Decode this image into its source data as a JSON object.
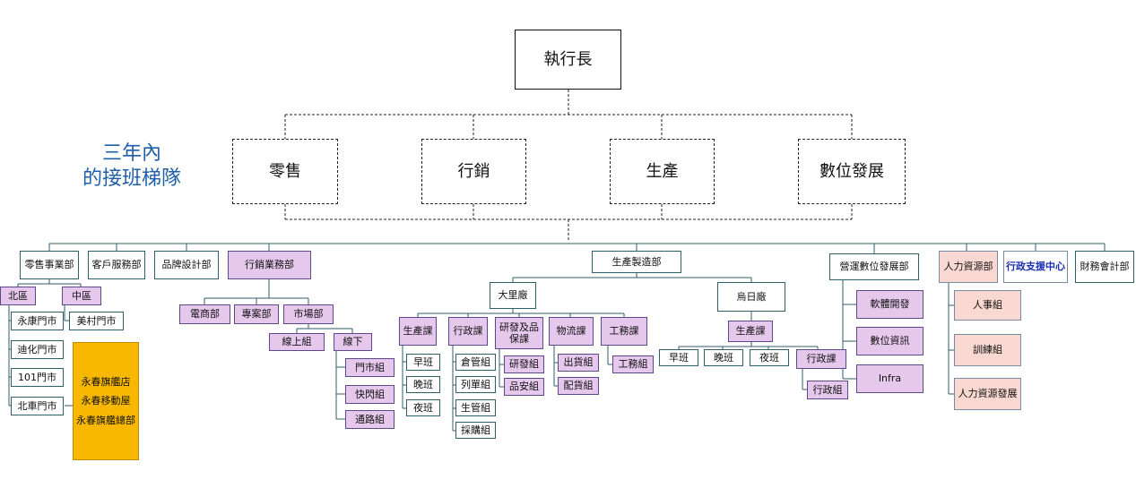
{
  "ceo": "執行長",
  "slogan": [
    "三年內",
    "的接班梯隊"
  ],
  "pillars": [
    "零售",
    "行銷",
    "生產",
    "數位發展"
  ],
  "departments": {
    "retail": "零售事業部",
    "customer_service": "客戶服務部",
    "brand_design": "品牌設計部",
    "marketing_business": "行銷業務部",
    "production": "生產製造部",
    "digital_dev": "營運數位發展部",
    "hr": "人力資源部",
    "admin_support": "行政支援中心",
    "finance": "財務會計部"
  },
  "retail": {
    "north": "北區",
    "central": "中區",
    "north_stores": [
      "永康門市",
      "迪化門市",
      "101門市",
      "北車門市"
    ],
    "central_store": "美村門市",
    "flagship": [
      "永春旗艦店",
      "永春移動屋",
      "永春旗艦總部"
    ]
  },
  "marketing": {
    "ecommerce": "電商部",
    "project": "專案部",
    "market": "市場部",
    "online_group": "線上組",
    "offline": "線下",
    "offline_groups": [
      "門市組",
      "快閃組",
      "通路組"
    ]
  },
  "dali": {
    "name": "大里廠",
    "prod": "生產課",
    "prod_shifts": [
      "早班",
      "晚班",
      "夜班"
    ],
    "admin": "行政課",
    "admin_groups": [
      "倉管組",
      "列單組",
      "生管組",
      "採購組"
    ],
    "rd": "研發及品保課",
    "rd_groups": [
      "研發組",
      "品安組"
    ],
    "logistics": "物流課",
    "logistics_groups": [
      "出貨組",
      "配貨組"
    ],
    "works": "工務課",
    "works_group": "工務組"
  },
  "wuri": {
    "name": "烏日廠",
    "prod": "生產課",
    "shifts": [
      "早班",
      "晚班",
      "夜班"
    ],
    "admin": "行政課",
    "admin_group": "行政組"
  },
  "digital": [
    "軟體開發",
    "數位資訊",
    "Infra"
  ],
  "hr_groups": [
    "人事組",
    "訓練組",
    "人力資源發展"
  ]
}
